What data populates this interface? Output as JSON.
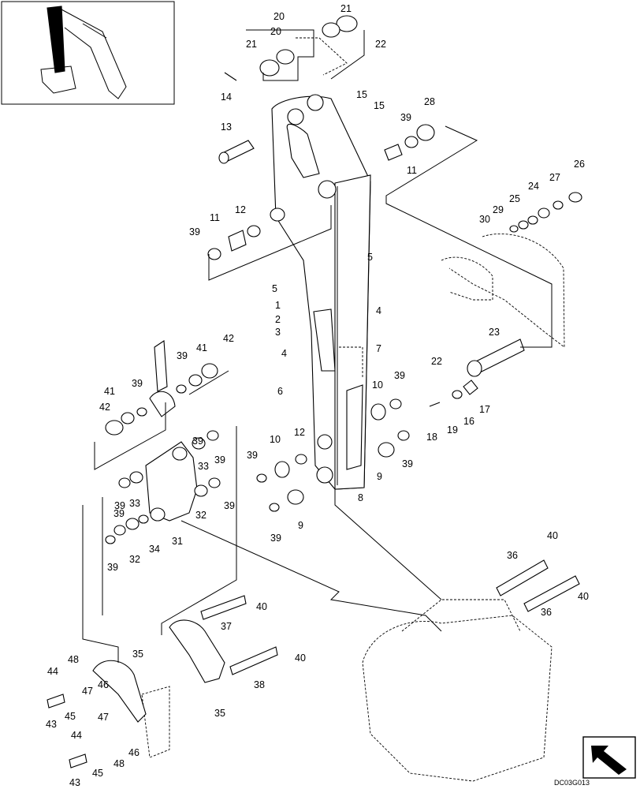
{
  "diagram": {
    "drawing_code": "DC03G013",
    "callouts": [
      {
        "id": "c21a",
        "text": "21"
      },
      {
        "id": "c20a",
        "text": "20"
      },
      {
        "id": "c21b",
        "text": "21"
      },
      {
        "id": "c20b",
        "text": "20"
      },
      {
        "id": "c22a",
        "text": "22"
      },
      {
        "id": "c14",
        "text": "14"
      },
      {
        "id": "c15a",
        "text": "15"
      },
      {
        "id": "c15b",
        "text": "15"
      },
      {
        "id": "c28",
        "text": "28"
      },
      {
        "id": "c39a",
        "text": "39"
      },
      {
        "id": "c13",
        "text": "13"
      },
      {
        "id": "c11a",
        "text": "11"
      },
      {
        "id": "c26",
        "text": "26"
      },
      {
        "id": "c27",
        "text": "27"
      },
      {
        "id": "c24",
        "text": "24"
      },
      {
        "id": "c25",
        "text": "25"
      },
      {
        "id": "c29",
        "text": "29"
      },
      {
        "id": "c30",
        "text": "30"
      },
      {
        "id": "c12a",
        "text": "12"
      },
      {
        "id": "c11b",
        "text": "11"
      },
      {
        "id": "c39b",
        "text": "39"
      },
      {
        "id": "c5a",
        "text": "5"
      },
      {
        "id": "c5b",
        "text": "5"
      },
      {
        "id": "c1",
        "text": "1"
      },
      {
        "id": "c2",
        "text": "2"
      },
      {
        "id": "c3",
        "text": "3"
      },
      {
        "id": "c4a",
        "text": "4"
      },
      {
        "id": "c4b",
        "text": "4"
      },
      {
        "id": "c7",
        "text": "7"
      },
      {
        "id": "c23",
        "text": "23"
      },
      {
        "id": "c42a",
        "text": "42"
      },
      {
        "id": "c41a",
        "text": "41"
      },
      {
        "id": "c39c",
        "text": "39"
      },
      {
        "id": "c22b",
        "text": "22"
      },
      {
        "id": "c6",
        "text": "6"
      },
      {
        "id": "c39d",
        "text": "39"
      },
      {
        "id": "c10a",
        "text": "10"
      },
      {
        "id": "c42b",
        "text": "42"
      },
      {
        "id": "c41b",
        "text": "41"
      },
      {
        "id": "c39e",
        "text": "39"
      },
      {
        "id": "c17",
        "text": "17"
      },
      {
        "id": "c16",
        "text": "16"
      },
      {
        "id": "c19",
        "text": "19"
      },
      {
        "id": "c18",
        "text": "18"
      },
      {
        "id": "c39f",
        "text": "39"
      },
      {
        "id": "c33a",
        "text": "33"
      },
      {
        "id": "c39g",
        "text": "39"
      },
      {
        "id": "c10b",
        "text": "10"
      },
      {
        "id": "c12b",
        "text": "12"
      },
      {
        "id": "c39h",
        "text": "39"
      },
      {
        "id": "c39i",
        "text": "39"
      },
      {
        "id": "c9a",
        "text": "9"
      },
      {
        "id": "c39j",
        "text": "39"
      },
      {
        "id": "c33b",
        "text": "33"
      },
      {
        "id": "c39k",
        "text": "39"
      },
      {
        "id": "c8",
        "text": "8"
      },
      {
        "id": "c32a",
        "text": "32"
      },
      {
        "id": "c39l",
        "text": "39"
      },
      {
        "id": "c9b",
        "text": "9"
      },
      {
        "id": "c39m",
        "text": "39"
      },
      {
        "id": "c34",
        "text": "34"
      },
      {
        "id": "c31",
        "text": "31"
      },
      {
        "id": "c39n",
        "text": "39"
      },
      {
        "id": "c32b",
        "text": "32"
      },
      {
        "id": "c40a",
        "text": "40"
      },
      {
        "id": "c36a",
        "text": "36"
      },
      {
        "id": "c40b",
        "text": "40"
      },
      {
        "id": "c36b",
        "text": "36"
      },
      {
        "id": "c37",
        "text": "37"
      },
      {
        "id": "c40c",
        "text": "40"
      },
      {
        "id": "c35a",
        "text": "35"
      },
      {
        "id": "c44a",
        "text": "44"
      },
      {
        "id": "c48a",
        "text": "48"
      },
      {
        "id": "c45a",
        "text": "45"
      },
      {
        "id": "c47a",
        "text": "47"
      },
      {
        "id": "c46a",
        "text": "46"
      },
      {
        "id": "c43a",
        "text": "43"
      },
      {
        "id": "c40d",
        "text": "40"
      },
      {
        "id": "c38",
        "text": "38"
      },
      {
        "id": "c35b",
        "text": "35"
      },
      {
        "id": "c47b",
        "text": "47"
      },
      {
        "id": "c44b",
        "text": "44"
      },
      {
        "id": "c46b",
        "text": "46"
      },
      {
        "id": "c45b",
        "text": "45"
      },
      {
        "id": "c48b",
        "text": "48"
      },
      {
        "id": "c43b",
        "text": "43"
      }
    ]
  }
}
